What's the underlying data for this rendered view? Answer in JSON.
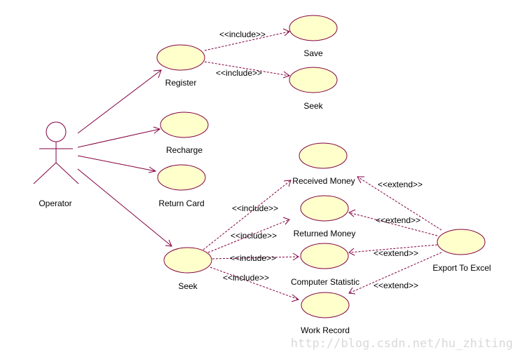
{
  "actor": {
    "name": "Operator"
  },
  "use_cases": {
    "register": "Register",
    "save": "Save",
    "seek_top": "Seek",
    "recharge": "Recharge",
    "return_card": "Return Card",
    "seek": "Seek",
    "received_money": "Received Money",
    "returned_money": "Returned Money",
    "computer_statistic": "Computer Statistic",
    "work_record": "Work Record",
    "export_to_excel": "Export To Excel"
  },
  "stereotypes": {
    "include": "<<include>>",
    "extend": "<<extend>>"
  },
  "watermark": "http://blog.csdn.net/hu_zhiting",
  "colors": {
    "use_case_fill": "#ffffcc",
    "line": "#800040",
    "watermark": "#d9d9d9"
  }
}
